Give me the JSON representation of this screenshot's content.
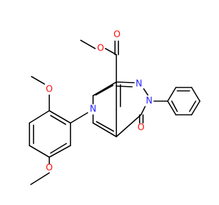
{
  "atoms": [
    {
      "name": "atom-o-ester-carbonyl",
      "symbol": "O",
      "color": "#ff0d0d"
    },
    {
      "name": "atom-o-ester-methoxy",
      "symbol": "O",
      "color": "#ff0d0d"
    },
    {
      "name": "atom-n1-pyrazole",
      "symbol": "N",
      "color": "#2020ff"
    },
    {
      "name": "atom-n2-pyrazole",
      "symbol": "N",
      "color": "#2020ff"
    },
    {
      "name": "atom-n5-pyridine",
      "symbol": "N",
      "color": "#2020ff"
    },
    {
      "name": "atom-o-ketone",
      "symbol": "O",
      "color": "#ff0d0d"
    },
    {
      "name": "atom-o-methoxy-ortho",
      "symbol": "O",
      "color": "#ff0d0d"
    },
    {
      "name": "atom-o-methoxy-meta",
      "symbol": "O",
      "color": "#ff0d0d"
    }
  ],
  "colors": {
    "bond": "#000000",
    "oxygen": "#ff0d0d",
    "nitrogen": "#2020ff",
    "background": "#ffffff"
  }
}
